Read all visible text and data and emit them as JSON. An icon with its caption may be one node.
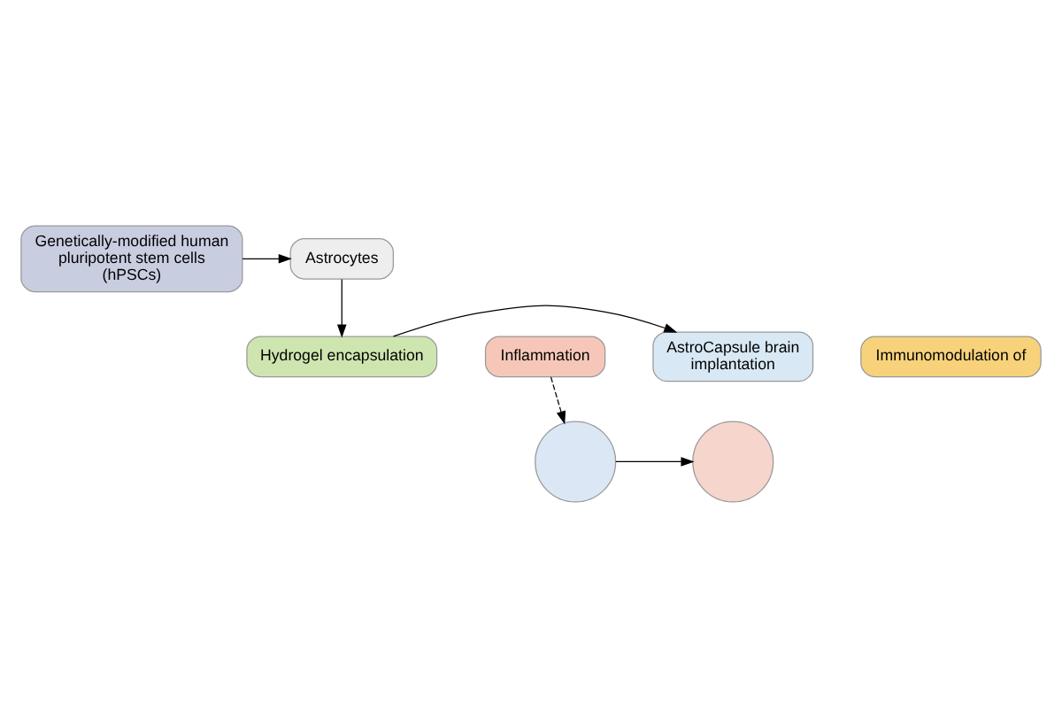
{
  "diagram": {
    "nodes": [
      {
        "text": [
          "Genetically-modified human pluripotent stem cells (hPSCs)"
        ]
      },
      {
        "text": [
          "Astrocytes"
        ]
      },
      {
        "text": [
          "Hydrogel encapsulation"
        ]
      },
      {
        "text": [
          "AstroCapsule brain implantation"
        ]
      },
      {
        "text": [
          "Inflammation"
        ]
      },
      {
        "text": [],
        "shape": "circle"
      },
      {
        "text": [
          "Immunomodulation of"
        ]
      },
      {
        "text": [],
        "shape": "circle"
      }
    ],
    "edges": [
      {
        "from": 0,
        "to": 1,
        "arrow": "to"
      },
      {
        "from": 1,
        "to": 2,
        "arrow": "to"
      },
      {
        "from": 2,
        "to": 3,
        "arrow": "to"
      },
      {
        "from": 4,
        "to": 5,
        "arrow": "to",
        "style": "dashed"
      },
      {
        "from": 5,
        "to": 7,
        "arrow": "to"
      }
    ]
  }
}
